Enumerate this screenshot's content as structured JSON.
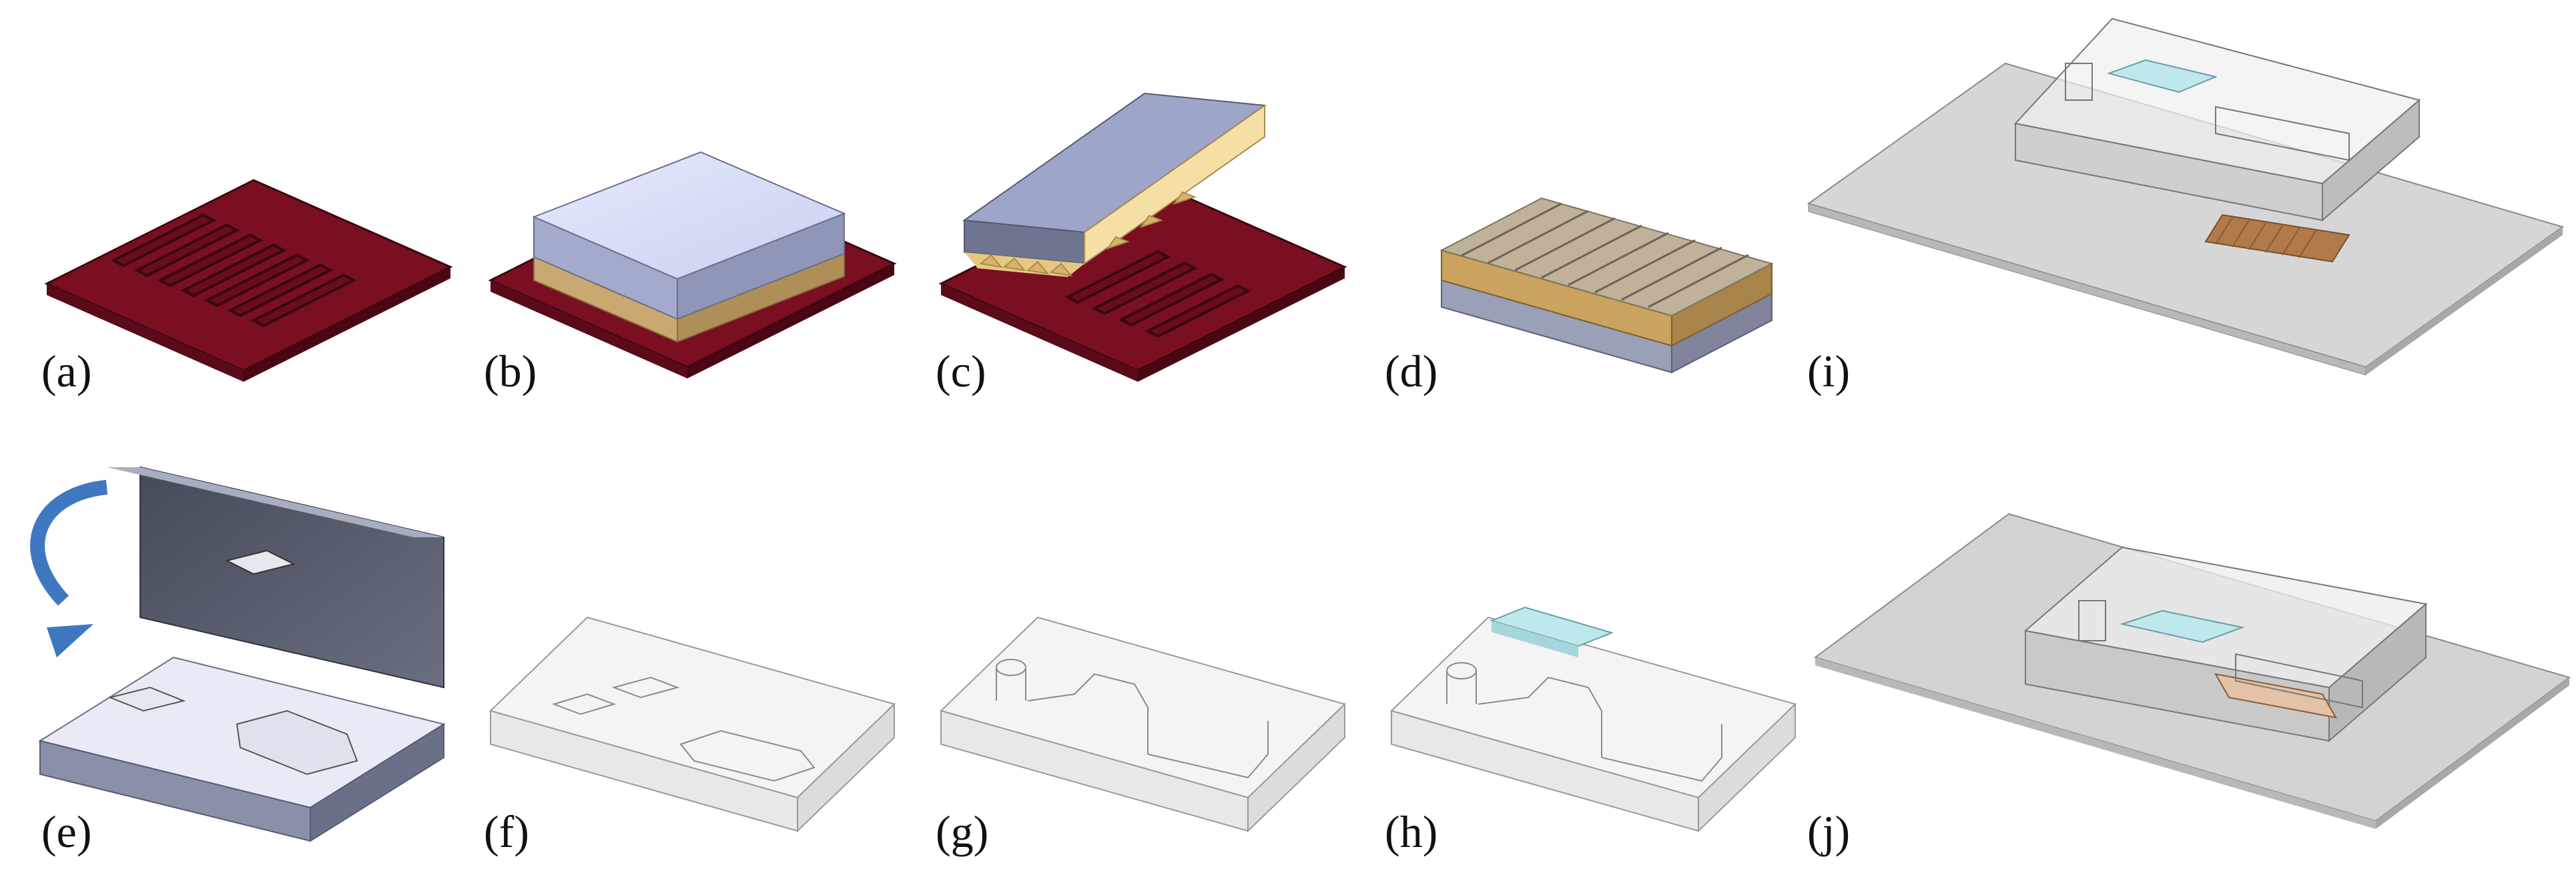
{
  "figure": {
    "panels": [
      {
        "id": "a",
        "label": "(a)"
      },
      {
        "id": "b",
        "label": "(b)"
      },
      {
        "id": "c",
        "label": "(c)"
      },
      {
        "id": "d",
        "label": "(d)"
      },
      {
        "id": "i",
        "label": "(i)"
      },
      {
        "id": "e",
        "label": "(e)"
      },
      {
        "id": "f",
        "label": "(f)"
      },
      {
        "id": "g",
        "label": "(g)"
      },
      {
        "id": "h",
        "label": "(h)"
      },
      {
        "id": "j",
        "label": "(j)"
      }
    ]
  },
  "colors": {
    "mold": "#7a0f22",
    "mold_dark": "#4a0612",
    "pdms_top": "#d8defa",
    "pdms_side": "#9aa1c4",
    "tan": "#caa874",
    "tan_light": "#f0dca8",
    "ridged": "#bfb299",
    "clear": "#f2f2f2",
    "glass": "#bfe8ec",
    "grey_block": "#cfcfcf",
    "substrate": "#d6d6d6",
    "electrode": "#b07a4a",
    "arrow": "#3f78c0",
    "lid_dark": "#5a5f6e",
    "lid_top": "#e8ebf5"
  }
}
